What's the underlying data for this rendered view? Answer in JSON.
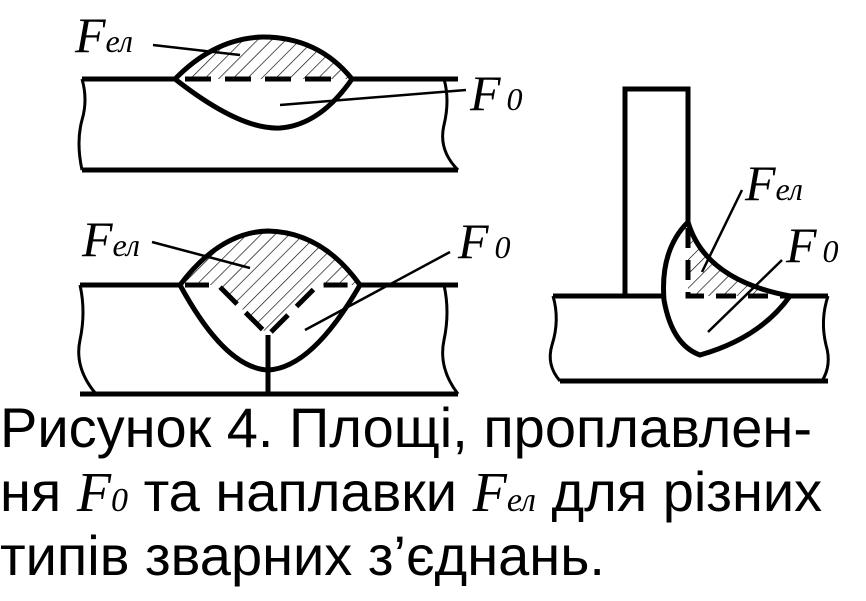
{
  "labels": {
    "f_el": "F",
    "f_el_sub": "ел",
    "f_0": "F",
    "f_0_sub": "0"
  },
  "caption": {
    "line1": "Рисунок 4.  Площі, проплавлен-",
    "line2_a": "ня ",
    "line2_b": " та наплавки ",
    "line2_c": " для різних",
    "line3": "типів зварних з’єднань."
  },
  "colors": {
    "ink": "#000000",
    "background": "#ffffff"
  }
}
